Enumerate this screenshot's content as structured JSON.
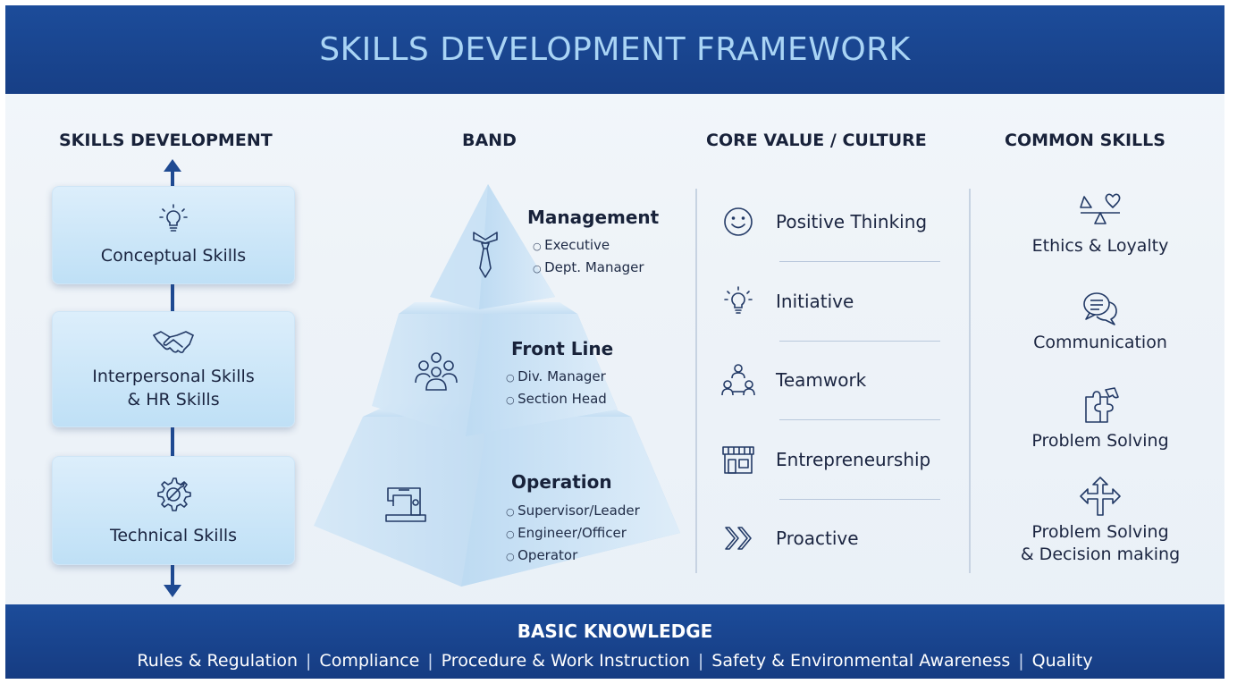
{
  "header": {
    "title": "SKILLS DEVELOPMENT FRAMEWORK"
  },
  "columns": {
    "skills_development": "SKILLS DEVELOPMENT",
    "band": "BAND",
    "core_value": "CORE VALUE / CULTURE",
    "common_skills": "COMMON SKILLS"
  },
  "skills": [
    {
      "line1": "Conceptual Skills",
      "line2": "",
      "icon": "lightbulb-icon"
    },
    {
      "line1": "Interpersonal Skills",
      "line2": "& HR Skills",
      "icon": "handshake-icon"
    },
    {
      "line1": "Technical Skills",
      "line2": "",
      "icon": "gear-wrench-icon"
    }
  ],
  "bands": [
    {
      "title": "Management",
      "items": [
        "Executive",
        "Dept. Manager"
      ],
      "icon": "necktie-icon"
    },
    {
      "title": "Front Line",
      "items": [
        "Div. Manager",
        "Section Head"
      ],
      "icon": "team-icon"
    },
    {
      "title": "Operation",
      "items": [
        "Supervisor/Leader",
        "Engineer/Officer",
        "Operator"
      ],
      "icon": "sewing-machine-icon"
    }
  ],
  "core_values": [
    {
      "label": "Positive Thinking",
      "icon": "smiley-icon"
    },
    {
      "label": "Initiative",
      "icon": "lightbulb-icon"
    },
    {
      "label": "Teamwork",
      "icon": "people-network-icon"
    },
    {
      "label": "Entrepreneurship",
      "icon": "storefront-icon"
    },
    {
      "label": "Proactive",
      "icon": "double-chevron-icon"
    }
  ],
  "common_skills": [
    {
      "line1": "Ethics & Loyalty",
      "line2": "",
      "icon": "scale-heart-icon"
    },
    {
      "line1": "Communication",
      "line2": "",
      "icon": "chat-bubbles-icon"
    },
    {
      "line1": "Problem Solving",
      "line2": "",
      "icon": "puzzle-icon"
    },
    {
      "line1": "Problem Solving",
      "line2": "& Decision making",
      "icon": "direction-arrows-icon"
    }
  ],
  "footer": {
    "title": "BASIC KNOWLEDGE",
    "items": [
      "Rules & Regulation",
      "Compliance",
      "Procedure & Work Instruction",
      "Safety & Environmental Awareness",
      "Quality"
    ]
  },
  "colors": {
    "banner": "#1c4c9a",
    "title_text": "#a9d4f5",
    "card": "#bfe0f6",
    "connector": "#1f4a92",
    "pyramid": "#8fbde6"
  }
}
